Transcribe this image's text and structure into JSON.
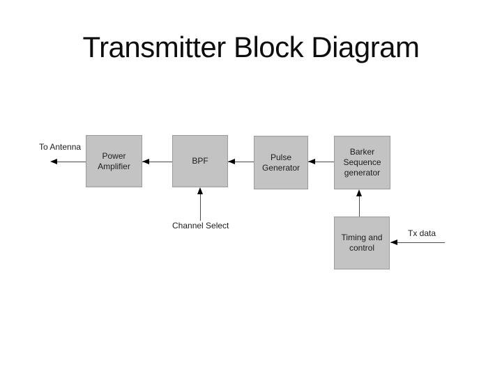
{
  "slide": {
    "title": "Transmitter Block Diagram"
  },
  "diagram": {
    "nodes": {
      "power_amplifier": {
        "label": "Power\nAmplifier"
      },
      "bpf": {
        "label": "BPF"
      },
      "pulse_generator": {
        "label": "Pulse\nGenerator"
      },
      "barker_sequence_generator": {
        "label": "Barker\nSequence\ngenerator"
      },
      "timing_and_control": {
        "label": "Timing and\ncontrol"
      }
    },
    "labels": {
      "to_antenna": "To Antenna",
      "channel_select": "Channel Select",
      "tx_data": "Tx data"
    },
    "flow": "Tx data -> Timing and control -> Barker Sequence generator -> Pulse Generator -> BPF (Channel Select) -> Power Amplifier -> To Antenna",
    "colors": {
      "box_fill": "#c3c3c3",
      "box_border": "#9a9a9a",
      "line": "#4a4a4a",
      "arrow": "#000000",
      "text": "#1c1c1c",
      "background": "#ffffff"
    }
  }
}
